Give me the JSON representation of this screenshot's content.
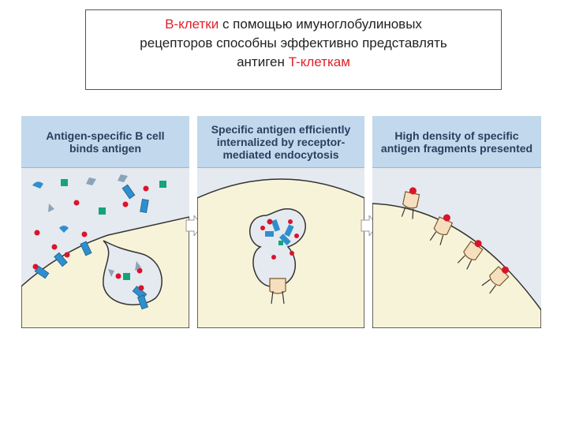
{
  "title": {
    "part1_red": "B-клетки",
    "part1_rest": " с помощью имуноглобулиновых",
    "line2": "рецепторов способны эффективно представлять",
    "line3_start": "антиген ",
    "line3_red": "T-клеткам"
  },
  "panels": [
    {
      "header_line1": "Antigen-specific B cell",
      "header_line2": "binds antigen"
    },
    {
      "header_line1": "Specific antigen efficiently",
      "header_line2": "internalized by receptor-",
      "header_line3": "mediated endocytosis"
    },
    {
      "header_line1": "High density of specific",
      "header_line2": "antigen fragments presented"
    }
  ],
  "colors": {
    "header_bg": "#c2d8ec",
    "panel_bg": "#e4eaf0",
    "cell": "#f7f3d9",
    "receptor": "#2f8fce",
    "antigen_red": "#d9142b",
    "antigen_green": "#16a37a",
    "antigen_gray": "#8da3b8",
    "mhc": "#f5dfbf"
  }
}
